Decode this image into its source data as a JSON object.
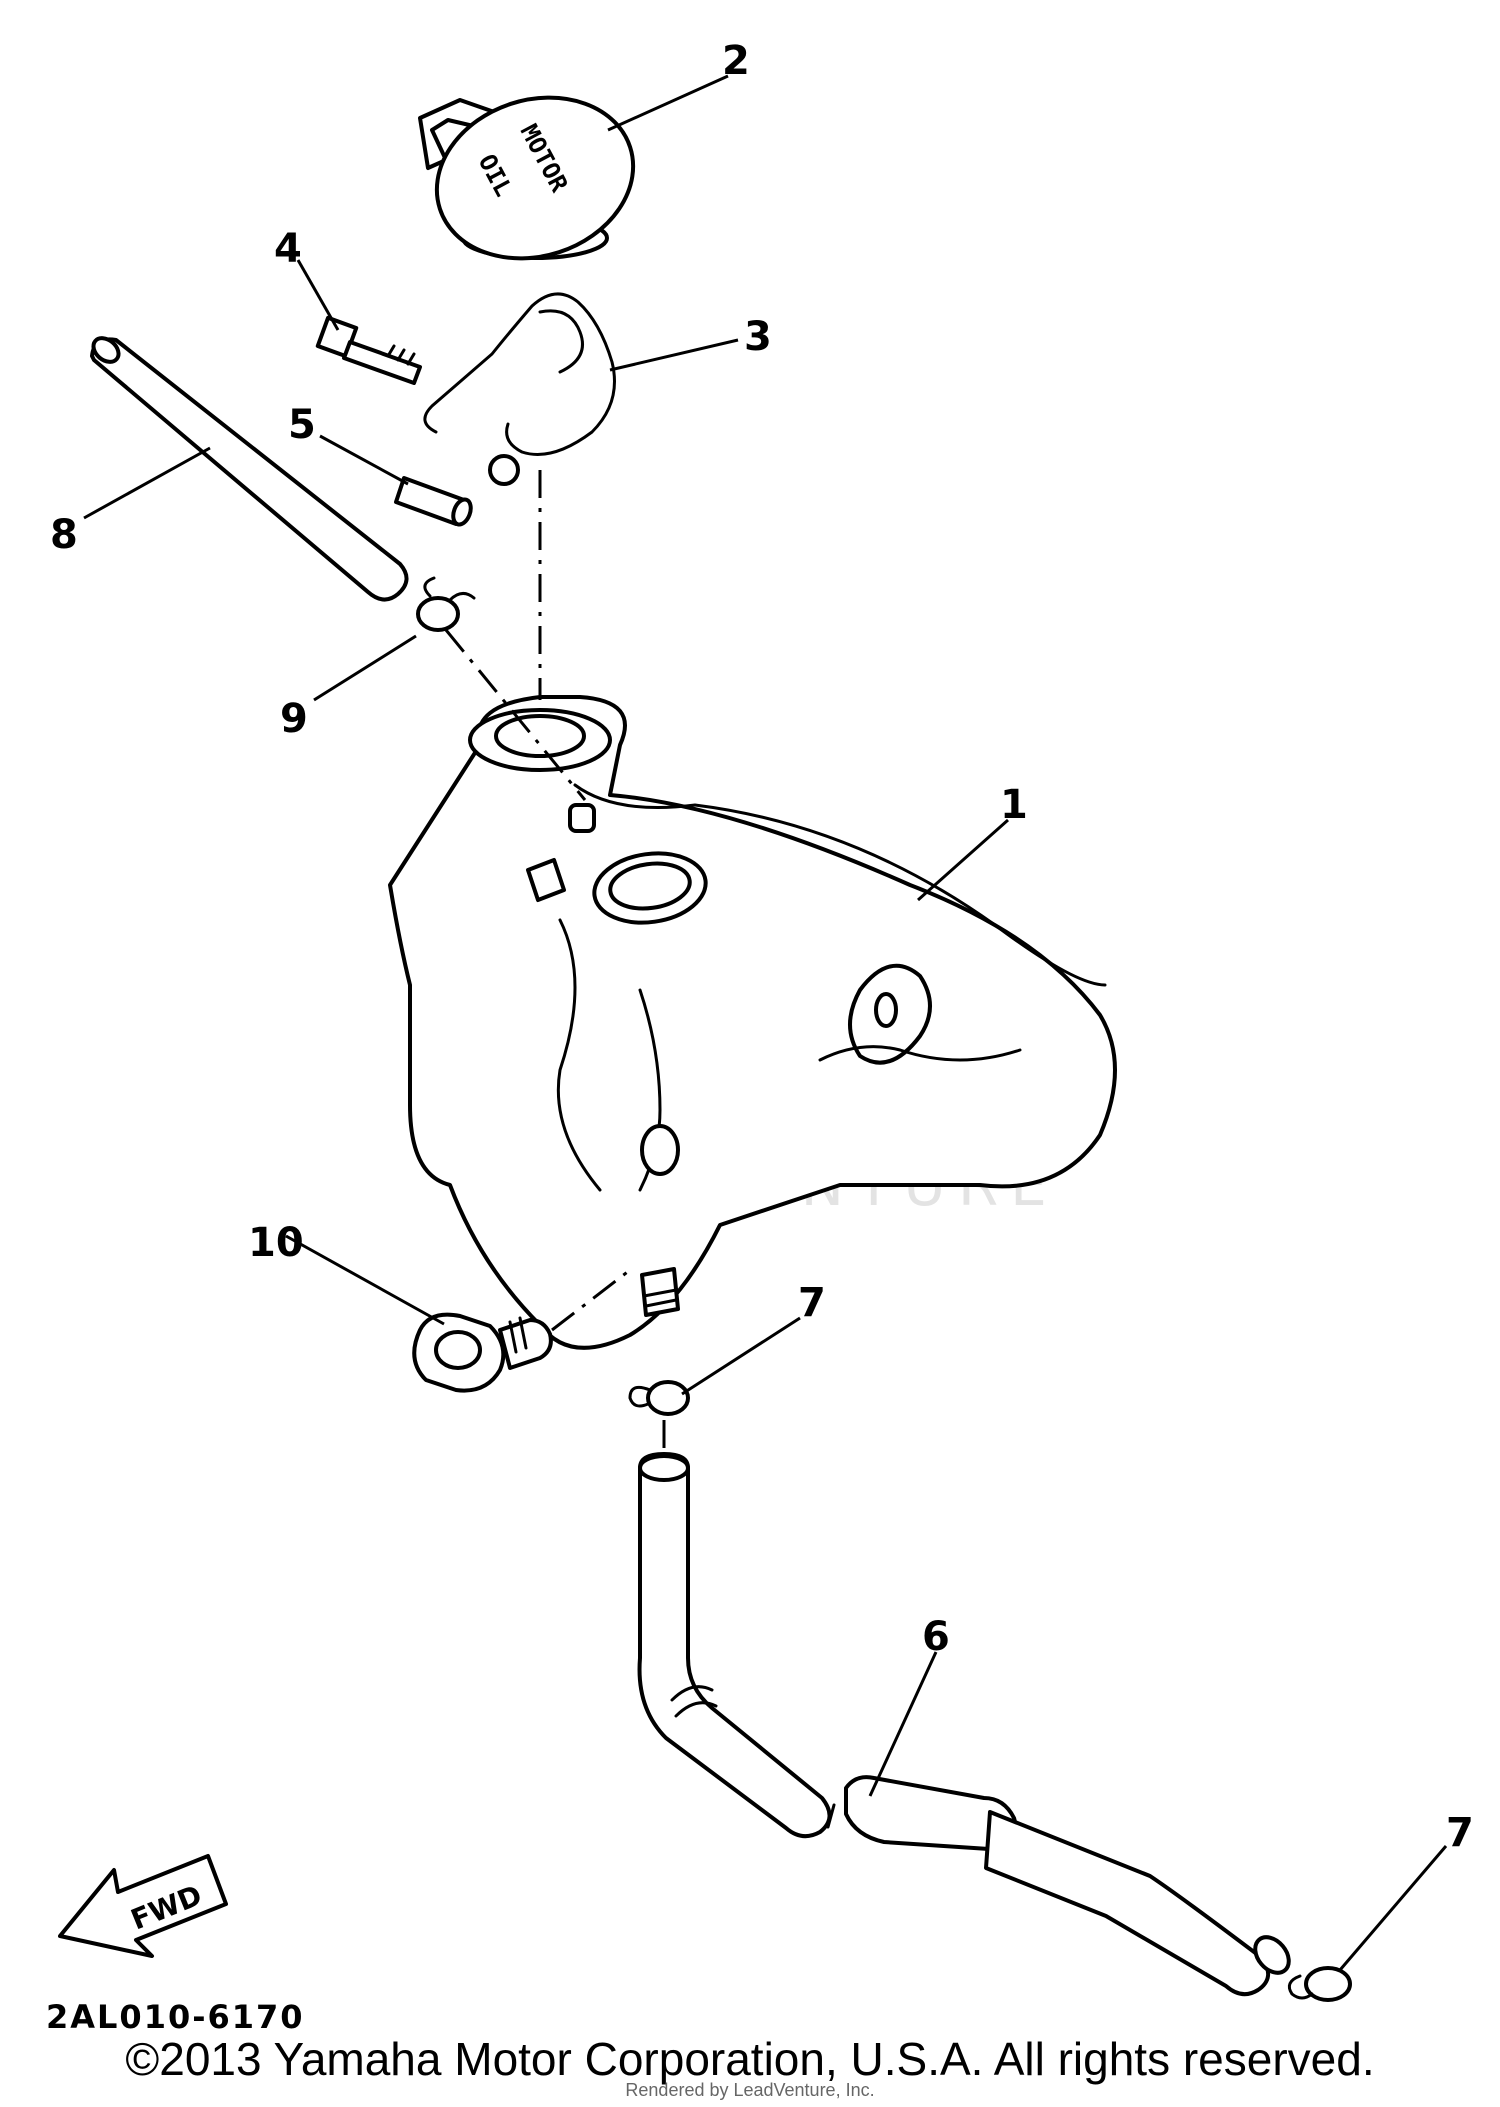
{
  "diagram": {
    "code": "2AL010-6170",
    "forward_label": "FWD",
    "cap_text": [
      "MOTOR",
      "OIL"
    ],
    "watermark": "LEADVENTURE",
    "callouts": [
      {
        "id": "1",
        "text": "1"
      },
      {
        "id": "2",
        "text": "2"
      },
      {
        "id": "3",
        "text": "3"
      },
      {
        "id": "4",
        "text": "4"
      },
      {
        "id": "5",
        "text": "5"
      },
      {
        "id": "6",
        "text": "6"
      },
      {
        "id": "7a",
        "text": "7"
      },
      {
        "id": "7b",
        "text": "7"
      },
      {
        "id": "8",
        "text": "8"
      },
      {
        "id": "9",
        "text": "9"
      },
      {
        "id": "10",
        "text": "10"
      }
    ]
  },
  "footer": {
    "copyright": "©2013 Yamaha Motor Corporation, U.S.A. All rights reserved.",
    "note": "Rendered by LeadVenture, Inc."
  }
}
